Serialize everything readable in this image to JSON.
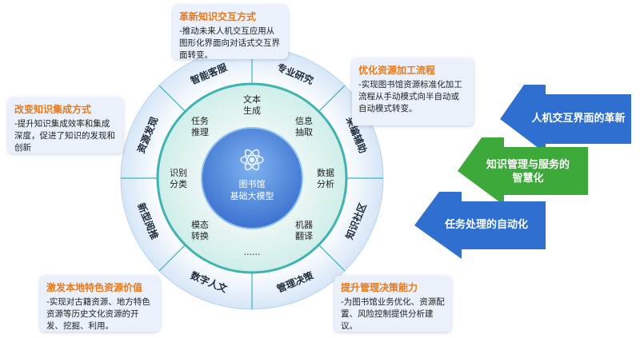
{
  "center": {
    "title": "图书馆",
    "subtitle": "基础大模型"
  },
  "inner_ring": [
    "文本\n生成",
    "信息\n抽取",
    "数据\n分析",
    "机器\n翻译",
    "......",
    "模态\n转换",
    "识别\n分类",
    "任务\n推理"
  ],
  "outer_ring": [
    "专业研究",
    "采编辅助",
    "知识社区",
    "管理决策",
    "数字人文",
    "新型阅推",
    "资源发现",
    "智能客服"
  ],
  "boxes": [
    {
      "title": "革新知识交互方式",
      "body": "-推动未来人机交互应用从图形化界面向对话式交互界面转变。"
    },
    {
      "title": "优化资源加工流程",
      "body": "-实现图书馆资源标准化加工流程从手动模式向半自动或自动模式转变。"
    },
    {
      "title": "改变知识集成方式",
      "body": "-提升知识集成效率和集成深度，促进了知识的发现和创新"
    },
    {
      "title": "激发本地特色资源价值",
      "body": "-实现对古籍资源、地方特色资源等历史文化资源的开发、挖掘、利用。"
    },
    {
      "title": "提升管理决策能力",
      "body": "-为图书馆业务优化、资源配置、风险控制提供分析建议。"
    }
  ],
  "arrows": [
    "人机交互界面的革新",
    "知识管理与服务的智慧化",
    "任务处理的自动化"
  ],
  "colors": {
    "accent": "#e8781a",
    "blue": "#2f6fd0",
    "green": "#3da93a",
    "ring_line": "#3fb3b4"
  }
}
